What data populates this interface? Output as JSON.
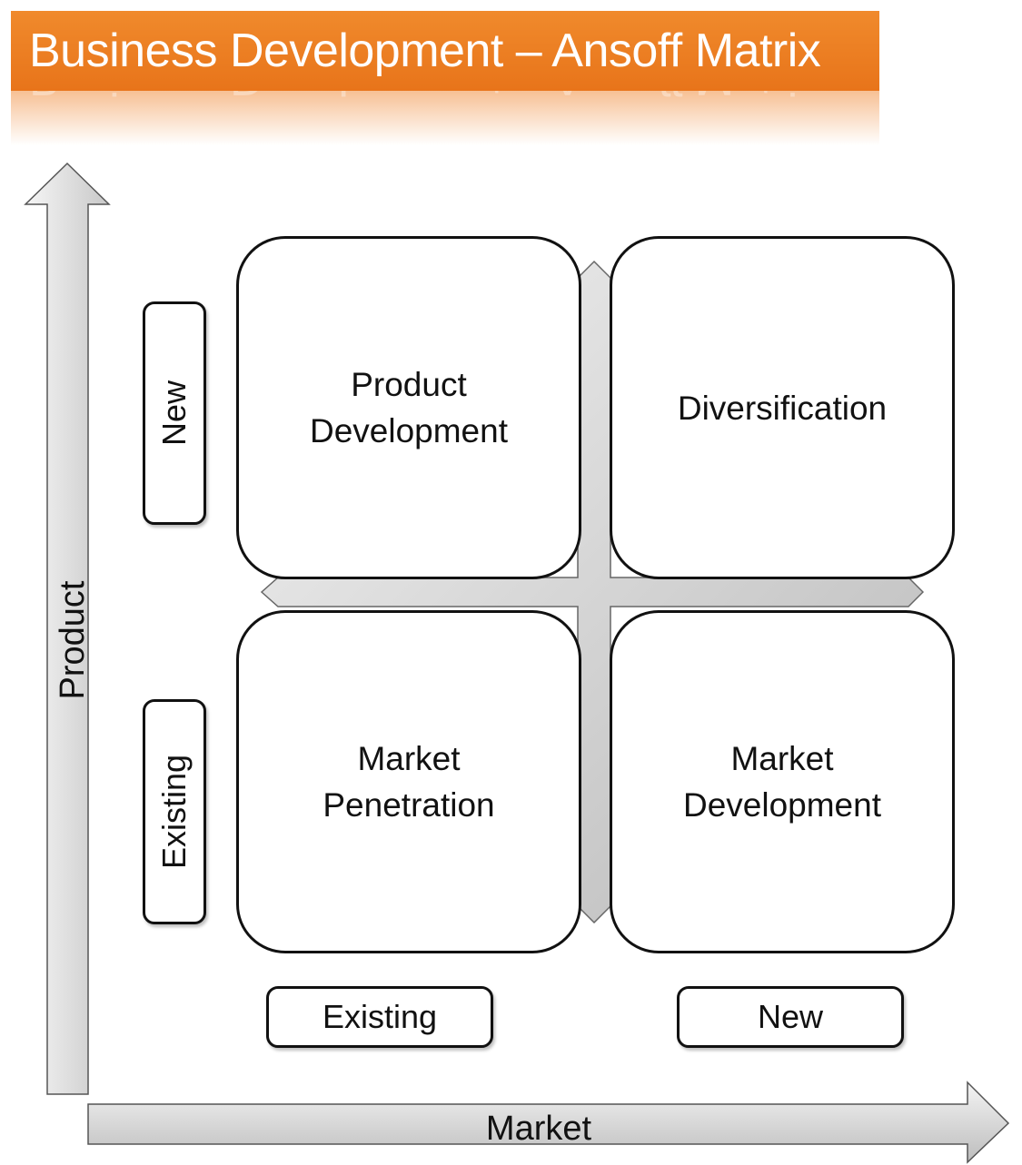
{
  "title": "Business Development – Ansoff Matrix",
  "axes": {
    "y_label": "Product",
    "x_label": "Market"
  },
  "product_levels": {
    "new": "New",
    "existing": "Existing"
  },
  "market_levels": {
    "existing": "Existing",
    "new": "New"
  },
  "quadrants": {
    "top_left": "Product\nDevelopment",
    "top_right": "Diversification",
    "bottom_left": "Market\nPenetration",
    "bottom_right": "Market\nDevelopment"
  },
  "colors": {
    "title_background": "#ec7d23",
    "title_text": "#ffffff",
    "arrow_fill_light": "#f4f4f4",
    "arrow_fill_dark": "#bdbdbd",
    "outline": "#111111"
  }
}
